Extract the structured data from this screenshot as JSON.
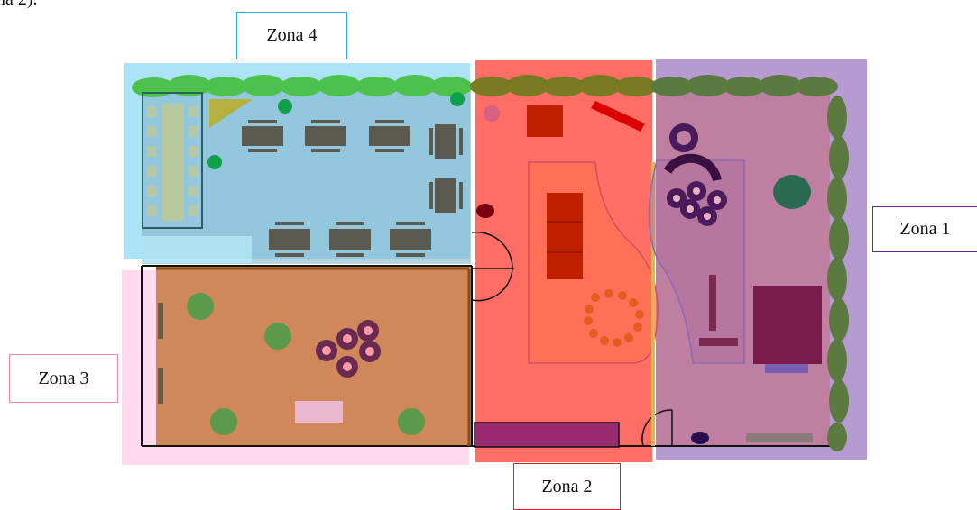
{
  "fragment": "na 2).",
  "zones": [
    {
      "id": "zona-1",
      "label": "Zona 1",
      "color": "#8b5cb5"
    },
    {
      "id": "zona-2",
      "label": "Zona 2",
      "color": "#ff1a1a"
    },
    {
      "id": "zona-3",
      "label": "Zona 3",
      "color": "#ffb3d9"
    },
    {
      "id": "zona-4",
      "label": "Zona 4",
      "color": "#5bc8f0"
    }
  ],
  "label_border_colors": {
    "zona-1": "#6a2a8c",
    "zona-2": "#d92020",
    "zona-3": "#e88bb4",
    "zona-4": "#2aa8d8"
  },
  "hedge_color": "#4cc24c"
}
